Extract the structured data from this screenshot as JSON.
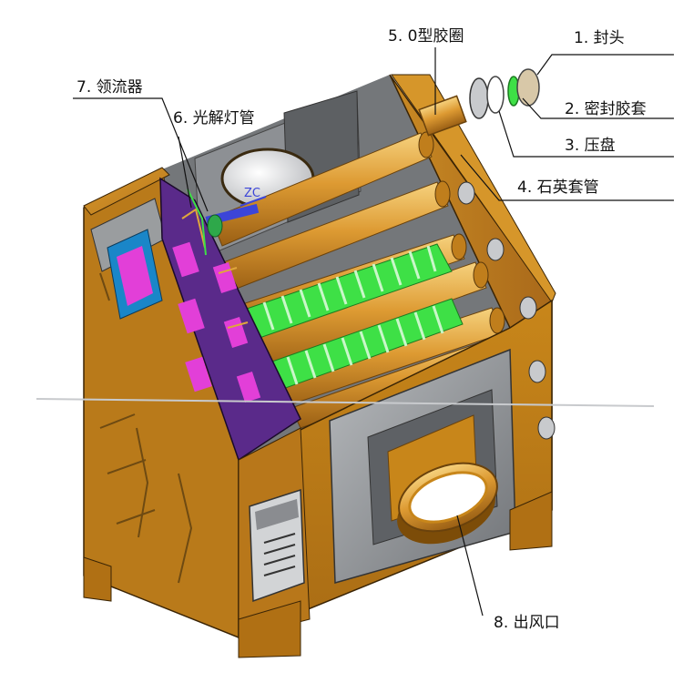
{
  "labels": {
    "l1": "1. 封头",
    "l2": "2. 密封胶套",
    "l3": "3. 压盘",
    "l4": "4. 石英套管",
    "l5": "5. 0型胶圈",
    "l6": "6. 光解灯管",
    "l7": "7. 领流器",
    "l8": "8. 出风口"
  },
  "axis_marker": "ZC",
  "colors": {
    "housing": "#c8861a",
    "housing_dark": "#8a5510",
    "interior": "#6d7073",
    "lamp": "#e0a63c",
    "filter": "#3ee046",
    "panel_magenta": "#e23fd8",
    "panel_purple": "#5a2a8a",
    "outlet_frame": "#8d9094"
  }
}
